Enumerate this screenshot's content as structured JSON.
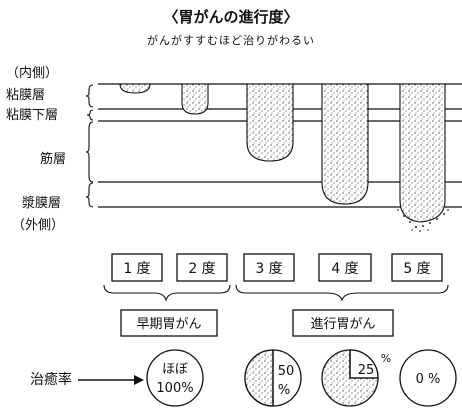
{
  "title": "〈胃がんの進行度〉",
  "subtitle": "がんがすすむほど治りがわるい",
  "layers": {
    "inner": "（内側）",
    "mucosa": "粘膜層",
    "submucosa": "粘膜下層",
    "muscle": "筋層",
    "serosa": "漿膜層",
    "outer": "（外側）"
  },
  "stages": [
    "1 度",
    "2 度",
    "3 度",
    "4 度",
    "5 度"
  ],
  "groups": {
    "early": "早期胃がん",
    "advanced": "進行胃がん"
  },
  "cure_rate": {
    "label": "治癒率",
    "values": [
      {
        "text_top": "ほぼ",
        "text_bottom": "100%",
        "fraction": 1.0
      },
      {
        "text_top": "50",
        "text_bottom": "%",
        "fraction": 0.5
      },
      {
        "text_top": "25",
        "text_bottom": "%",
        "fraction": 0.25
      },
      {
        "text_top": "0 %",
        "text_bottom": "",
        "fraction": 0.0
      }
    ]
  },
  "colors": {
    "ink": "#111111",
    "stipple": "#555555"
  }
}
